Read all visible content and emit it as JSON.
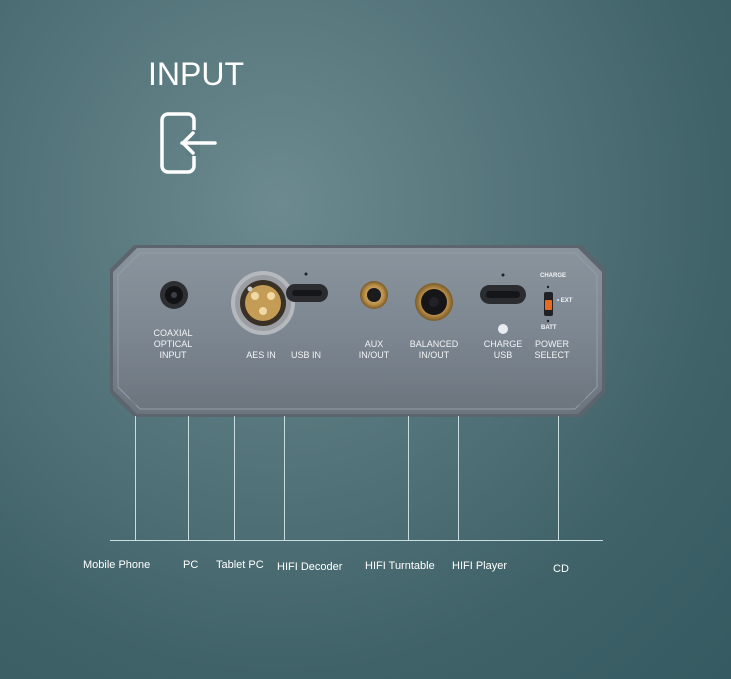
{
  "section": {
    "title": "INPUT",
    "icon": "input-door-arrow-icon"
  },
  "device": {
    "ports": [
      {
        "id": "coaxial",
        "label": "COAXIAL\nOPTICAL\nINPUT"
      },
      {
        "id": "aes",
        "label": "AES IN"
      },
      {
        "id": "usb-in",
        "label": "USB IN"
      },
      {
        "id": "aux",
        "label": "AUX\nIN/OUT"
      },
      {
        "id": "balanced",
        "label": "BALANCED\nIN/OUT"
      },
      {
        "id": "charge",
        "label": "CHARGE\nUSB"
      },
      {
        "id": "power",
        "label": "POWER\nSELECT"
      }
    ],
    "switch_positions": {
      "charge": "CHARGE",
      "ext": "• EXT",
      "batt": "BATT"
    }
  },
  "sources": [
    "Mobile Phone",
    "PC",
    "Tablet PC",
    "HIFI Decoder",
    "HIFI Turntable",
    "HIFI Player",
    "CD"
  ]
}
